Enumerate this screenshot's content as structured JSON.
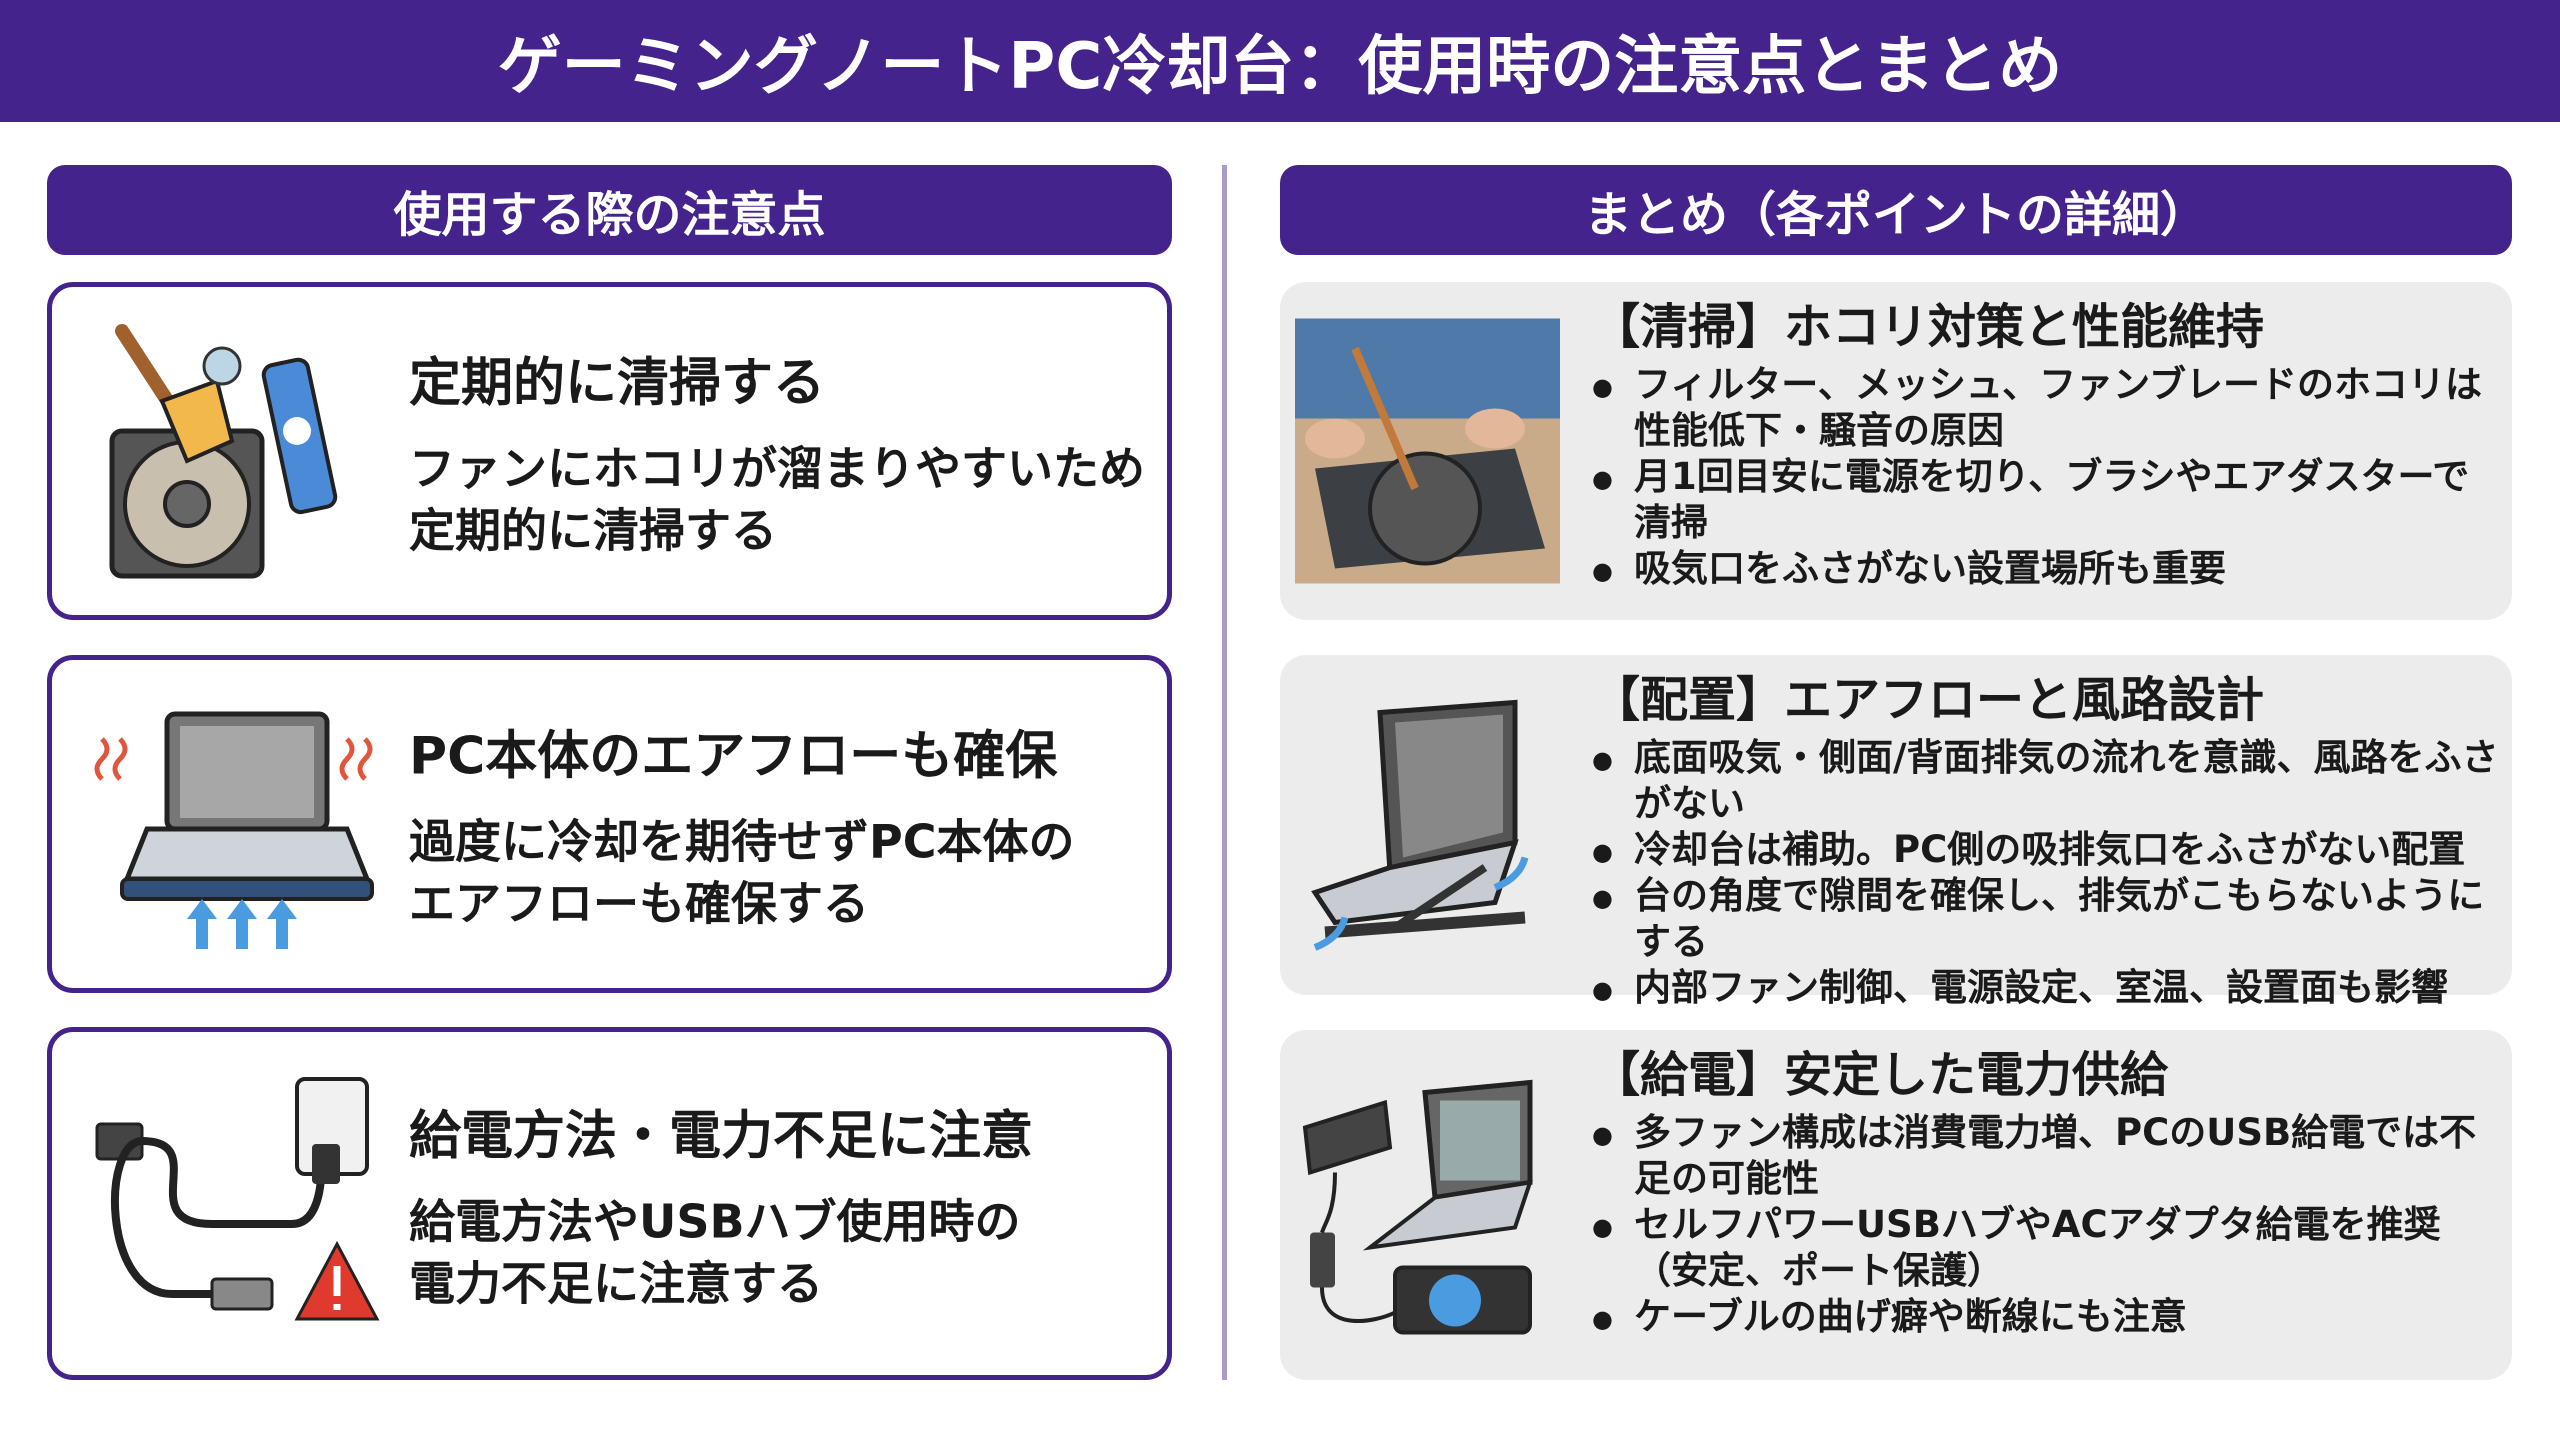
{
  "title": "ゲーミングノートPC冷却台：使用時の注意点とまとめ",
  "left": {
    "header": "使用する際の注意点",
    "cards": [
      {
        "icon": "fan-cleaning-icon",
        "title": "定期的に清掃する",
        "body": "ファンにホコリが溜まりやすいため\n定期的に清掃する"
      },
      {
        "icon": "laptop-airflow-icon",
        "title": "PC本体のエアフローも確保",
        "body": "過度に冷却を期待せずPC本体の\nエアフローも確保する"
      },
      {
        "icon": "usb-power-warning-icon",
        "title": "給電方法・電力不足に注意",
        "body": "給電方法やUSBハブ使用時の\n電力不足に注意する"
      }
    ]
  },
  "right": {
    "header": "まとめ（各ポイントの詳細）",
    "cards": [
      {
        "icon": "cleaning-photo",
        "title": "【清掃】ホコリ対策と性能維持",
        "bullets": [
          "フィルター、メッシュ、ファンブレードのホコリは性能低下・騒音の原因",
          "月1回目安に電源を切り、ブラシやエアダスターで清掃",
          "吸気口をふさがない設置場所も重要"
        ]
      },
      {
        "icon": "laptop-stand-icon",
        "title": "【配置】エアフローと風路設計",
        "bullets": [
          "底面吸気・側面/背面排気の流れを意識、風路をふさがない",
          "冷却台は補助。PC側の吸排気口をふさがない配置",
          "台の角度で隙間を確保し、排気がこもらないようにする",
          "内部ファン制御、電源設定、室温、設置面も影響"
        ]
      },
      {
        "icon": "power-setup-icon",
        "title": "【給電】安定した電力供給",
        "bullets": [
          "多ファン構成は消費電力増、PCのUSB給電では不足の可能性",
          "セルフパワーUSBハブやACアダプタ給電を推奨（安定、ポート保護）",
          "ケーブルの曲げ癖や断線にも注意"
        ]
      }
    ]
  },
  "colors": {
    "primary": "#45238c",
    "card_gray": "#ececec",
    "divider": "#a99acb",
    "arrow": "#4a9be0",
    "warning": "#e03a2e"
  }
}
